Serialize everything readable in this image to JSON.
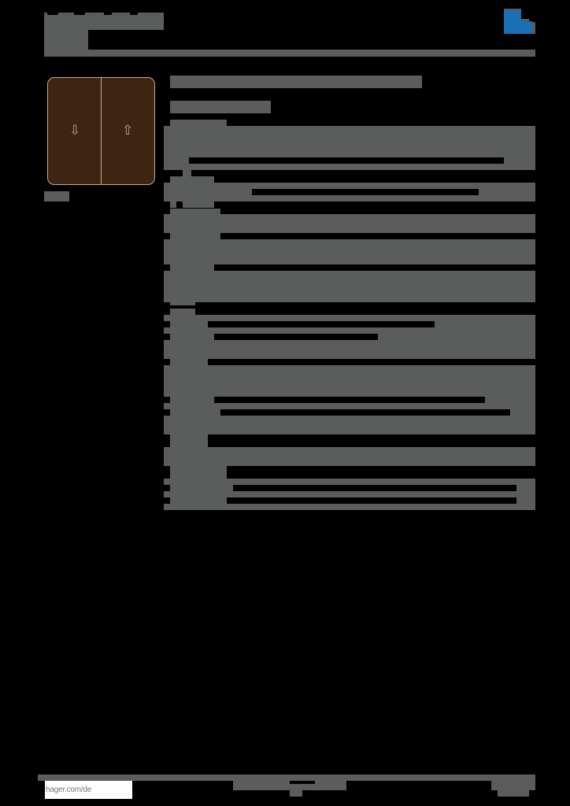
{
  "header": {
    "title": "[redacted product number]",
    "subtitle": "[redacted]",
    "logo": "hager-logo",
    "brand_color": "#1a6fb5",
    "redaction_color": "#5b5c5c"
  },
  "product_image": {
    "alt": "Two-gang rocker cover, brown, with down and up arrows",
    "left_symbol": "⇩",
    "right_symbol": "⇧",
    "color": "#3d2512",
    "caption": "[redacted]"
  },
  "main": {
    "heading": "[redacted product title]",
    "subheading": "[redacted subtitle]",
    "sections": [
      {
        "label": "[redacted]",
        "rows": [
          "[redacted]",
          "[redacted]"
        ]
      },
      {
        "label": "[redacted]",
        "rows": [
          "[redacted]",
          "[redacted]"
        ]
      },
      {
        "label": "[redacted]",
        "rows": [
          "[redacted]",
          "[redacted]",
          "[redacted]"
        ]
      },
      {
        "label": "[redacted]",
        "rows": [
          "[redacted]",
          "[redacted]",
          "[redacted]"
        ]
      },
      {
        "label": "[redacted]",
        "rows": [
          "[redacted]",
          "[redacted]",
          "[redacted]",
          "[redacted]"
        ]
      },
      {
        "label": "[redacted]",
        "rows": [
          "[redacted]",
          "[redacted]",
          "[redacted]"
        ]
      }
    ]
  },
  "footer": {
    "url": "hager.com/de",
    "center_text": "[redacted]",
    "page_text": "[redacted]"
  }
}
